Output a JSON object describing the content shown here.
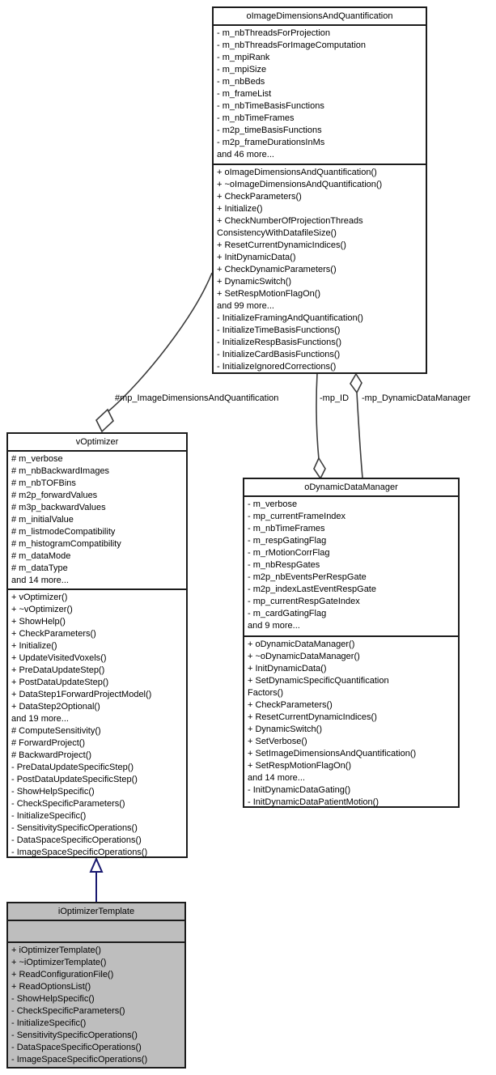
{
  "diagram": {
    "classes": {
      "image_dim": {
        "title": "oImageDimensionsAndQuantification",
        "attributes": [
          "- m_nbThreadsForProjection",
          "- m_nbThreadsForImageComputation",
          "- m_mpiRank",
          "- m_mpiSize",
          "- m_nbBeds",
          "- m_frameList",
          "- m_nbTimeBasisFunctions",
          "- m_nbTimeFrames",
          "- m2p_timeBasisFunctions",
          "- m2p_frameDurationsInMs",
          "and 46 more..."
        ],
        "methods": [
          "+ oImageDimensionsAndQuantification()",
          "+ ~oImageDimensionsAndQuantification()",
          "+ CheckParameters()",
          "+ Initialize()",
          "+ CheckNumberOfProjectionThreads",
          "ConsistencyWithDatafileSize()",
          "+ ResetCurrentDynamicIndices()",
          "+ InitDynamicData()",
          "+ CheckDynamicParameters()",
          "+ DynamicSwitch()",
          "+ SetRespMotionFlagOn()",
          "and 99 more...",
          "- InitializeFramingAndQuantification()",
          "- InitializeTimeBasisFunctions()",
          "- InitializeRespBasisFunctions()",
          "- InitializeCardBasisFunctions()",
          "- InitializeIgnoredCorrections()"
        ]
      },
      "v_optimizer": {
        "title": "vOptimizer",
        "attributes": [
          "# m_verbose",
          "# m_nbBackwardImages",
          "# m_nbTOFBins",
          "# m2p_forwardValues",
          "# m3p_backwardValues",
          "# m_initialValue",
          "# m_listmodeCompatibility",
          "# m_histogramCompatibility",
          "# m_dataMode",
          "# m_dataType",
          "and 14 more..."
        ],
        "methods": [
          "+ vOptimizer()",
          "+ ~vOptimizer()",
          "+ ShowHelp()",
          "+ CheckParameters()",
          "+ Initialize()",
          "+ UpdateVisitedVoxels()",
          "+ PreDataUpdateStep()",
          "+ PostDataUpdateStep()",
          "+ DataStep1ForwardProjectModel()",
          "+ DataStep2Optional()",
          "and 19 more...",
          "# ComputeSensitivity()",
          "# ForwardProject()",
          "# BackwardProject()",
          "- PreDataUpdateSpecificStep()",
          "- PostDataUpdateSpecificStep()",
          "- ShowHelpSpecific()",
          "- CheckSpecificParameters()",
          "- InitializeSpecific()",
          "- SensitivitySpecificOperations()",
          "- DataSpaceSpecificOperations()",
          "- ImageSpaceSpecificOperations()"
        ]
      },
      "dynamic_data": {
        "title": "oDynamicDataManager",
        "attributes": [
          "- m_verbose",
          "- mp_currentFrameIndex",
          "- m_nbTimeFrames",
          "- m_respGatingFlag",
          "- m_rMotionCorrFlag",
          "- m_nbRespGates",
          "- m2p_nbEventsPerRespGate",
          "- m2p_indexLastEventRespGate",
          "- mp_currentRespGateIndex",
          "- m_cardGatingFlag",
          "and 9 more..."
        ],
        "methods": [
          "+ oDynamicDataManager()",
          "+ ~oDynamicDataManager()",
          "+ InitDynamicData()",
          "+ SetDynamicSpecificQuantification",
          "Factors()",
          "+ CheckParameters()",
          "+ ResetCurrentDynamicIndices()",
          "+ DynamicSwitch()",
          "+ SetVerbose()",
          "+ SetImageDimensionsAndQuantification()",
          "+ SetRespMotionFlagOn()",
          "and 14 more...",
          "- InitDynamicDataGating()",
          "- InitDynamicDataPatientMotion()"
        ]
      },
      "optimizer_template": {
        "title": "iOptimizerTemplate",
        "attributes": [],
        "methods": [
          "+ iOptimizerTemplate()",
          "+ ~iOptimizerTemplate()",
          "+ ReadConfigurationFile()",
          "+ ReadOptionsList()",
          "- ShowHelpSpecific()",
          "- CheckSpecificParameters()",
          "- InitializeSpecific()",
          "- SensitivitySpecificOperations()",
          "- DataSpaceSpecificOperations()",
          "- ImageSpaceSpecificOperations()"
        ]
      }
    },
    "edges": {
      "agg_image_dim_into_v_optimizer": {
        "label": "#mp_ImageDimensionsAndQuantification",
        "type": "aggregation"
      },
      "agg_image_dim_into_dynamic_data": {
        "label": "-mp_ID",
        "type": "aggregation"
      },
      "agg_dynamic_data_into_image_dim": {
        "label": "-mp_DynamicDataManager",
        "type": "aggregation"
      },
      "inheritance_optimizer_template": {
        "label": "",
        "type": "inheritance"
      }
    },
    "colors": {
      "highlight_class_bg": "#bebebe",
      "box_border": "#1c1c1c",
      "aggregation_edge": "#3c3c3c",
      "inheritance_edge": "#191970"
    }
  }
}
